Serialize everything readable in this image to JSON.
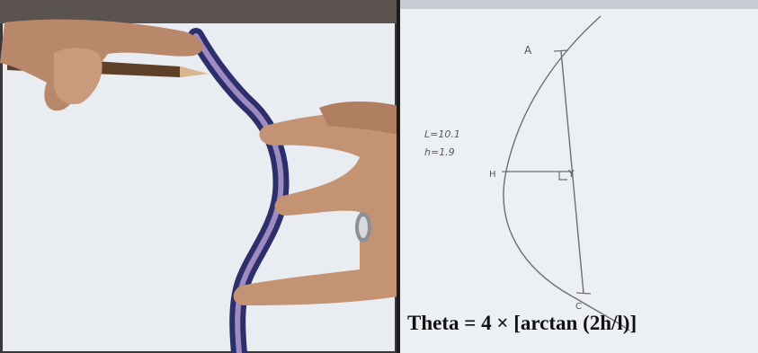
{
  "photo": {
    "description_icons": [
      "hand-icon",
      "pencil-icon",
      "flexible-curve-ruler-icon",
      "ring-icon"
    ]
  },
  "drawing": {
    "point_top": "A",
    "point_mid": "H",
    "point_right": "Y",
    "point_bottom": "C",
    "handwritten_line_1": "L=10.1",
    "handwritten_line_2": "h=1.9"
  },
  "formula": "Theta = 4 × [arctan (2h/l)]",
  "colors": {
    "paper": "#f1f3f6",
    "skin": "#c39374",
    "ruler": "#2d2f6b",
    "formula_text": "#111111"
  }
}
